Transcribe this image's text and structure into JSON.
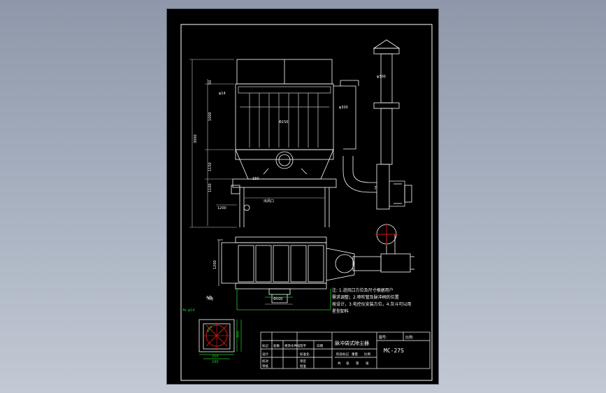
{
  "drawing": {
    "dimensions": {
      "overall_height": "3000",
      "top_cap": "50",
      "filter_section": "1000",
      "hopper": "1150",
      "leg": "1100",
      "plan_width": "1200",
      "plan_bottom": "Φ500",
      "flange_square": "250",
      "flange_bolt": "290",
      "flange_side": "300",
      "flange_hole": "φ14"
    },
    "labels": {
      "chimney_dia": "φ300",
      "pipe_dia": "φ300",
      "filter_bag": "Φ150",
      "inlet_note": "φ14",
      "hopper_note": "160",
      "leg_note": "1200",
      "outlet_note": "出风口",
      "section_a": "A向",
      "view_label": "A向",
      "flange_note": "4x φ14",
      "motor_note": "7"
    },
    "notes": [
      "注: 1.进风口方位及尺寸根据用户",
      "   需求调整；2.喷吹管及脉冲阀的位置",
      "   按设计，3.电控仪安装方位，4.灰斗可以用",
      "   星型卸料"
    ],
    "title_block": {
      "title": "脉冲袋式除尘器",
      "drawing_no": "MC-27S",
      "code_label": "图号:",
      "ratio_label": "比例:",
      "row1_col": [
        "标记",
        "处数",
        "更改文件号",
        "签字",
        "日期"
      ],
      "row2_col": [
        "设计",
        "标准化"
      ],
      "row3_col": [
        "校对",
        "审定"
      ],
      "row4_col": [
        "审核",
        "批准"
      ],
      "meta": [
        "阶段标记",
        "重量",
        "比例"
      ],
      "sheet": [
        "共",
        "张",
        "第",
        "张"
      ]
    }
  }
}
